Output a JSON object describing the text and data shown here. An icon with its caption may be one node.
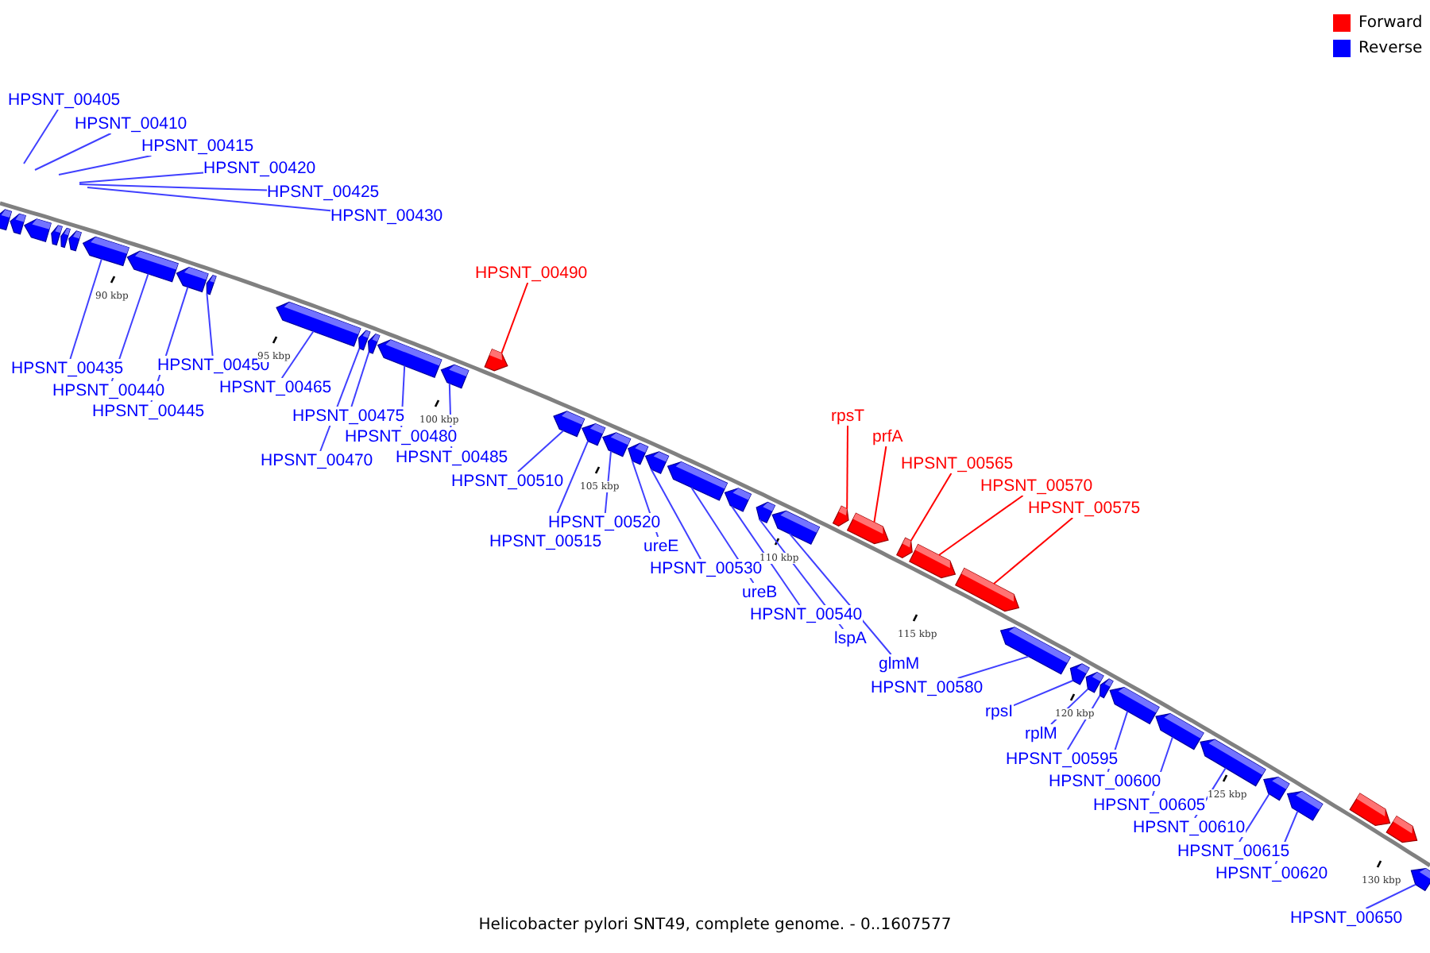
{
  "diagram": {
    "caption": "Helicobacter pylori SNT49, complete genome. - 0..1607577",
    "nodes": [
      {
        "text": [
          "HPSNT_00405"
        ]
      },
      {
        "text": [
          "HPSNT_00410"
        ]
      },
      {
        "text": [
          "HPSNT_00415"
        ]
      },
      {
        "text": [
          "HPSNT_00420"
        ]
      },
      {
        "text": [
          "HPSNT_00425"
        ]
      },
      {
        "text": [
          "HPSNT_00430"
        ]
      },
      {
        "text": [
          "HPSNT_00490"
        ]
      },
      {
        "text": [
          "HPSNT_00435"
        ]
      },
      {
        "text": [
          "HPSNT_00440"
        ]
      },
      {
        "text": [
          "HPSNT_00450"
        ]
      },
      {
        "text": [
          "HPSNT_00445"
        ]
      },
      {
        "text": [
          "HPSNT_00465"
        ]
      },
      {
        "text": [
          "HPSNT_00475"
        ]
      },
      {
        "text": [
          "HPSNT_00480"
        ]
      },
      {
        "text": [
          "HPSNT_00470"
        ]
      },
      {
        "text": [
          "HPSNT_00485"
        ]
      },
      {
        "text": [
          "HPSNT_00510"
        ]
      },
      {
        "text": [
          "rpsT"
        ]
      },
      {
        "text": [
          "prfA"
        ]
      },
      {
        "text": [
          "HPSNT_00565"
        ]
      },
      {
        "text": [
          "HPSNT_00570"
        ]
      },
      {
        "text": [
          "HPSNT_00575"
        ]
      },
      {
        "text": [
          "HPSNT_00520"
        ]
      },
      {
        "text": [
          "HPSNT_00515"
        ]
      },
      {
        "text": [
          "ureE"
        ]
      },
      {
        "text": [
          "HPSNT_00530"
        ]
      },
      {
        "text": [
          "ureB"
        ]
      },
      {
        "text": [
          "HPSNT_00540"
        ]
      },
      {
        "text": [
          "lspA"
        ]
      },
      {
        "text": [
          "glmM"
        ]
      },
      {
        "text": [
          "HPSNT_00580"
        ]
      },
      {
        "text": [
          "rpsI"
        ]
      },
      {
        "text": [
          "rplM"
        ]
      },
      {
        "text": [
          "HPSNT_00595"
        ]
      },
      {
        "text": [
          "HPSNT_00600"
        ]
      },
      {
        "text": [
          "HPSNT_00605"
        ]
      },
      {
        "text": [
          "HPSNT_00610"
        ]
      },
      {
        "text": [
          "HPSNT_00615"
        ]
      },
      {
        "text": [
          "HPSNT_00620"
        ]
      },
      {
        "text": [
          "HPSNT_00650"
        ]
      },
      {
        "text": [],
        "shape": "box"
      },
      {
        "text": [],
        "shape": "box"
      },
      {
        "text": [],
        "shape": "box"
      },
      {
        "text": [],
        "shape": "box"
      },
      {
        "text": [],
        "shape": "box"
      },
      {
        "text": [],
        "shape": "box"
      },
      {
        "text": [],
        "shape": "box"
      },
      {
        "text": [],
        "shape": "box"
      },
      {
        "text": [],
        "shape": "box"
      },
      {
        "text": [],
        "shape": "box"
      },
      {
        "text": [],
        "shape": "box"
      },
      {
        "text": [],
        "shape": "box"
      },
      {
        "text": [],
        "shape": "box"
      },
      {
        "text": [],
        "shape": "box"
      },
      {
        "text": [],
        "shape": "box"
      },
      {
        "text": [],
        "shape": "box"
      },
      {
        "text": [],
        "shape": "box"
      },
      {
        "text": [],
        "shape": "box"
      },
      {
        "text": [],
        "shape": "box"
      },
      {
        "text": [],
        "shape": "box"
      },
      {
        "text": [],
        "shape": "box"
      },
      {
        "text": [],
        "shape": "box"
      },
      {
        "text": [],
        "shape": "box"
      },
      {
        "text": [],
        "shape": "box"
      },
      {
        "text": [],
        "shape": "box"
      },
      {
        "text": [],
        "shape": "box"
      },
      {
        "text": [],
        "shape": "box"
      },
      {
        "text": [],
        "shape": "box"
      },
      {
        "text": [],
        "shape": "box"
      },
      {
        "text": [],
        "shape": "box"
      },
      {
        "text": [],
        "shape": "box"
      },
      {
        "text": [],
        "shape": "box"
      },
      {
        "text": [],
        "shape": "box"
      },
      {
        "text": [],
        "shape": "box"
      },
      {
        "text": [],
        "shape": "box"
      },
      {
        "text": [],
        "shape": "box"
      },
      {
        "text": [],
        "shape": "box"
      },
      {
        "text": [],
        "shape": "box"
      },
      {
        "text": [],
        "shape": "box"
      },
      {
        "text": [],
        "shape": "box"
      },
      {
        "text": [],
        "shape": "box"
      },
      {
        "text": [],
        "shape": "box"
      }
    ],
    "edges": [
      {
        "from": 0,
        "to": null,
        "arrow": "none"
      },
      {
        "from": 1,
        "to": null,
        "arrow": "none"
      },
      {
        "from": 2,
        "to": null,
        "arrow": "none"
      },
      {
        "from": 3,
        "to": null,
        "arrow": "none"
      },
      {
        "from": 4,
        "to": null,
        "arrow": "none"
      },
      {
        "from": 5,
        "to": null,
        "arrow": "none"
      },
      {
        "from": 6,
        "to": 55,
        "arrow": "none",
        "color": "#ff0000"
      },
      {
        "from": 7,
        "to": 46,
        "arrow": "none"
      },
      {
        "from": 8,
        "to": 47,
        "arrow": "none"
      },
      {
        "from": 9,
        "to": 49,
        "arrow": "none"
      },
      {
        "from": 10,
        "to": 48,
        "arrow": "none"
      },
      {
        "from": 11,
        "to": 50,
        "arrow": "none"
      },
      {
        "from": 12,
        "to": 52,
        "arrow": "none"
      },
      {
        "from": 13,
        "to": 53,
        "arrow": "none"
      },
      {
        "from": 14,
        "to": 51,
        "arrow": "none"
      },
      {
        "from": 15,
        "to": 54,
        "arrow": "none"
      },
      {
        "from": 16,
        "to": 56,
        "arrow": "none"
      },
      {
        "from": 17,
        "to": 65,
        "arrow": "none",
        "color": "#ff0000"
      },
      {
        "from": 18,
        "to": 66,
        "arrow": "none",
        "color": "#ff0000"
      },
      {
        "from": 19,
        "to": 67,
        "arrow": "none",
        "color": "#ff0000"
      },
      {
        "from": 20,
        "to": 68,
        "arrow": "none",
        "color": "#ff0000"
      },
      {
        "from": 21,
        "to": 69,
        "arrow": "none",
        "color": "#ff0000"
      },
      {
        "from": 22,
        "to": 58,
        "arrow": "none"
      },
      {
        "from": 23,
        "to": 57,
        "arrow": "none"
      },
      {
        "from": 24,
        "to": 59,
        "arrow": "none"
      },
      {
        "from": 25,
        "to": 60,
        "arrow": "none"
      },
      {
        "from": 26,
        "to": 61,
        "arrow": "none"
      },
      {
        "from": 27,
        "to": 62,
        "arrow": "none"
      },
      {
        "from": 28,
        "to": 63,
        "arrow": "none"
      },
      {
        "from": 29,
        "to": 64,
        "arrow": "none"
      },
      {
        "from": 30,
        "to": 70,
        "arrow": "none"
      },
      {
        "from": 31,
        "to": 71,
        "arrow": "none"
      },
      {
        "from": 32,
        "to": 72,
        "arrow": "none"
      },
      {
        "from": 33,
        "to": 73,
        "arrow": "none"
      },
      {
        "from": 34,
        "to": 74,
        "arrow": "none"
      },
      {
        "from": 35,
        "to": 75,
        "arrow": "none"
      },
      {
        "from": 36,
        "to": 76,
        "arrow": "none"
      },
      {
        "from": 37,
        "to": 77,
        "arrow": "none"
      },
      {
        "from": 38,
        "to": 78,
        "arrow": "none"
      },
      {
        "from": 39,
        "to": 81,
        "arrow": "none"
      }
    ],
    "labels": [
      "90 kbp",
      "95 kbp",
      "100 kbp",
      "105 kbp",
      "110 kbp",
      "115 kbp",
      "120 kbp",
      "125 kbp",
      "130 kbp"
    ],
    "legend": [
      {
        "text": "Forward",
        "color": "#ff0000"
      },
      {
        "text": "Reverse",
        "color": "#0000ff"
      }
    ]
  }
}
